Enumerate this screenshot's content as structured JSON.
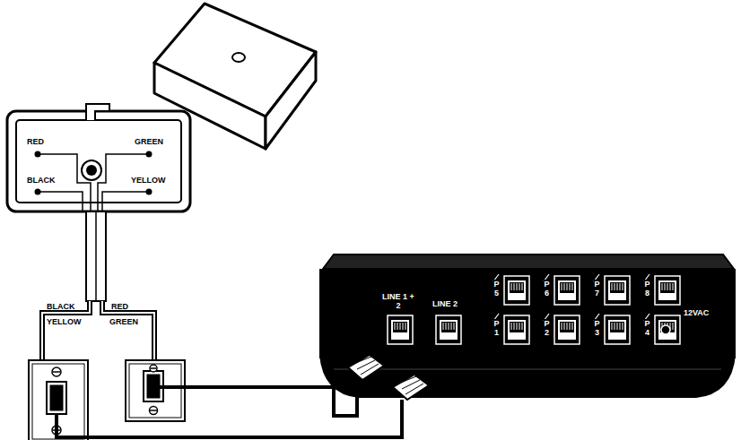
{
  "diagram": {
    "labels": [
      "RED",
      "GREEN",
      "BLACK",
      "YELLOW",
      "BLACK",
      "YELLOW",
      "RED",
      "GREEN",
      "LINE 1 + 2",
      "LINE 2",
      "P 5",
      "P 6",
      "P 7",
      "P 8",
      "P 1",
      "P 2",
      "P 3",
      "P 4",
      "12VAC"
    ]
  }
}
